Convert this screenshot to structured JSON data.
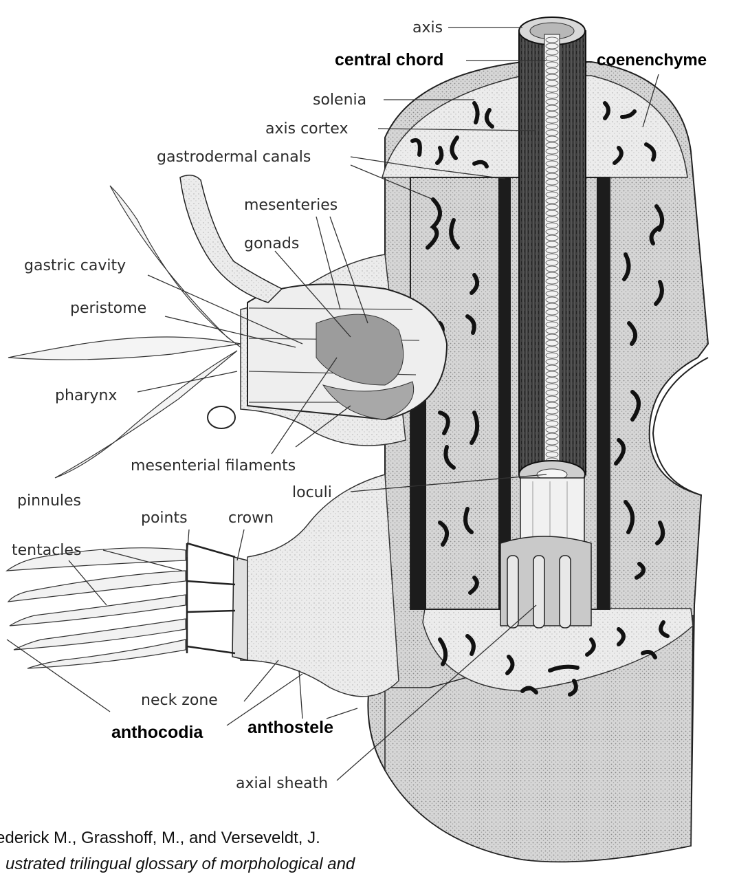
{
  "labels": {
    "axis": "axis",
    "central_chord": "central chord",
    "coenenchyme": "coenenchyme",
    "solenia": "solenia",
    "axis_cortex": "axis cortex",
    "gastrodermal_canals": "gastrodermal canals",
    "mesenteries": "mesenteries",
    "gonads": "gonads",
    "gastric_cavity": "gastric cavity",
    "peristome": "peristome",
    "pharynx": "pharynx",
    "mesenterial_filaments": "mesenterial filaments",
    "pinnules": "pinnules",
    "loculi": "loculi",
    "points": "points",
    "crown": "crown",
    "tentacles": "tentacles",
    "neck_zone": "neck zone",
    "anthocodia": "anthocodia",
    "anthostele": "anthostele",
    "axial_sheath": "axial sheath"
  },
  "caption": {
    "line1": "ederick M., Grasshoff, M., and Verseveldt, J.",
    "line2": "ustrated trilingual glossary of morphological and"
  },
  "colors": {
    "ink": "#1a1a1a",
    "tissue": "#d4d4d4",
    "tissue_dark": "#a8a8a8",
    "axis": "#3a3a3a",
    "background": "#ffffff"
  }
}
